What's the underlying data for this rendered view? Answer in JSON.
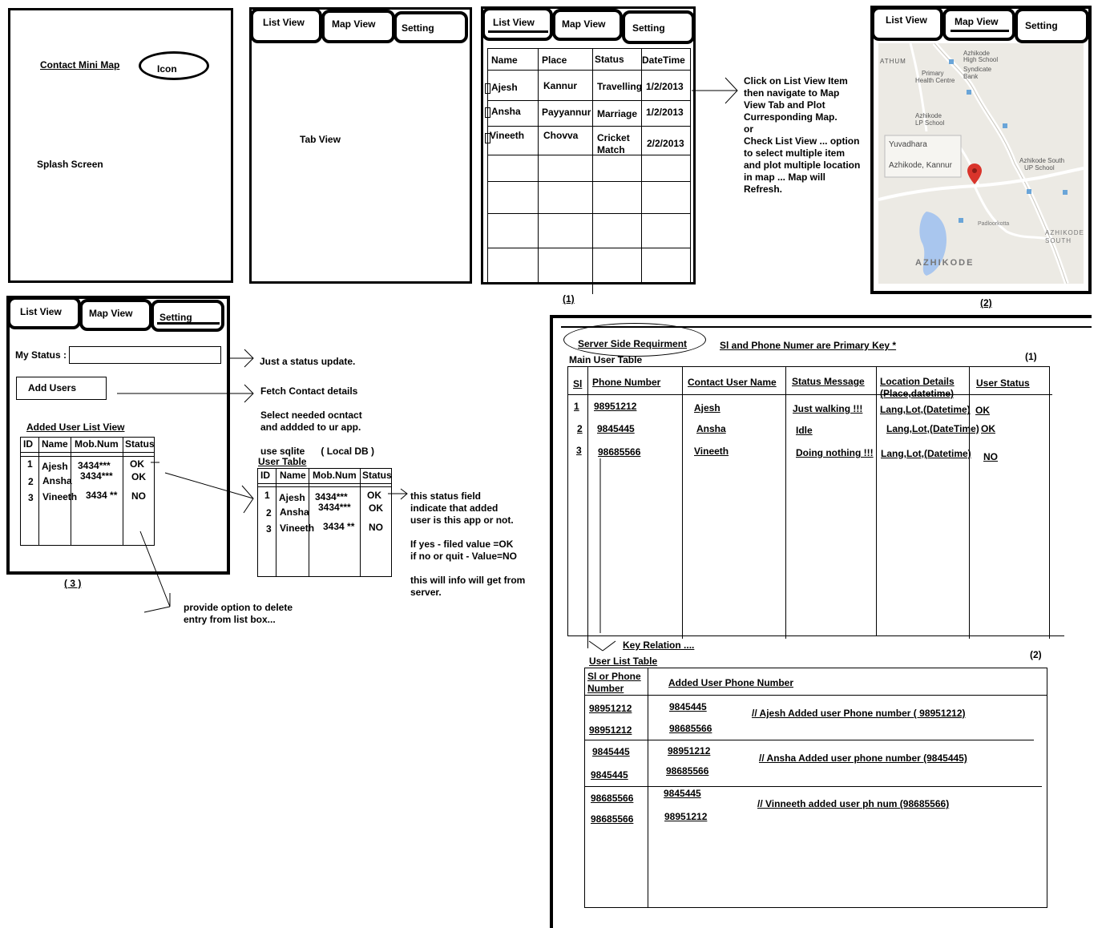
{
  "tabs": {
    "list": "List View",
    "map": "Map View",
    "setting": "Setting"
  },
  "splash": {
    "app_name": "Contact Mini Map",
    "icon": "Icon",
    "label": "Splash Screen"
  },
  "tabview": {
    "label": "Tab View"
  },
  "listview": {
    "headers": [
      "Name",
      "Place",
      "Status",
      "DateTime"
    ],
    "rows": [
      {
        "name": "Ajesh",
        "place": "Kannur",
        "status": "Travelling",
        "date": "1/2/2013"
      },
      {
        "name": "Ansha",
        "place": "Payyannur",
        "status": "Marriage",
        "date": "1/2/2013"
      },
      {
        "name": "Vineeth",
        "place": "Chovva",
        "status": "Cricket Match",
        "date": "2/2/2013"
      }
    ],
    "caption": "(1)",
    "note": [
      "Click on List View Item",
      "then navigate to Map",
      "View Tab and Plot",
      "Curresponding Map.",
      "or",
      "Check List View ... option",
      "to select multiple item",
      "and plot multiple location",
      "in map ... Map will",
      "Refresh."
    ]
  },
  "mapview": {
    "caption": "(2)",
    "labels": [
      "ATHUM",
      "Azhikode",
      "High School",
      "Syndicate",
      "Bank",
      "Primary",
      "Health Centre",
      "Azhikode",
      "LP School",
      "Yuvadhara",
      "Azhikode, Kannur",
      "Azhikode South",
      "UP School",
      "AZHIKODE",
      "SOUTH",
      "AZHIKODE",
      "Padloorkotta"
    ]
  },
  "settings": {
    "my_status_label": "My Status :",
    "add_users": "Add Users",
    "added_list_title": "Added User List View",
    "headers": [
      "ID",
      "Name",
      "Mob.Num",
      "Status"
    ],
    "rows": [
      {
        "id": "1",
        "name": "Ajesh",
        "mob": "3434***",
        "status": "OK"
      },
      {
        "id": "2",
        "name": "Ansha",
        "mob": "3434***",
        "status": "OK"
      },
      {
        "id": "3",
        "name": "Vineeth",
        "mob": "3434 **",
        "status": "NO"
      }
    ],
    "caption": "( 3 )",
    "notes": {
      "status": "Just a status update.",
      "fetch": "Fetch Contact details",
      "select": [
        "Select needed ocntact",
        "and  addded to ur app."
      ],
      "sqlite": "use sqlite      ( Local DB )",
      "user_table": "User Table",
      "status_field": [
        "this status field",
        "indicate that added",
        "user is this app or not.",
        "",
        "If yes - filed value =OK",
        "if no or quit - Value=NO",
        "",
        "this will info will get from",
        "server."
      ],
      "delete": [
        "provide option to delete",
        "entry from list box..."
      ]
    }
  },
  "server": {
    "title": "Server Side Requirment",
    "pk_note": "Sl and Phone Numer are Primary Key *",
    "main_table": "Main User Table",
    "main_num": "(1)",
    "main_headers": [
      "Sl",
      "Phone Number",
      "Contact User Name",
      "Status Message",
      "Location Details (Place,datetime)",
      "User Status"
    ],
    "main_rows": [
      {
        "sl": "1",
        "phone": "98951212",
        "name": "Ajesh",
        "msg": "Just walking !!!",
        "loc": "Lang,Lot,(Datetime)",
        "status": "OK"
      },
      {
        "sl": "2",
        "phone": "9845445",
        "name": "Ansha",
        "msg": "Idle",
        "loc": "Lang,Lot,(DateTime)",
        "status": "OK"
      },
      {
        "sl": "3",
        "phone": "98685566",
        "name": "Vineeth",
        "msg": "Doing nothing !!!",
        "loc": "Lang,Lot,(Datetime)",
        "status": "NO"
      }
    ],
    "key_relation": "Key Relation ....",
    "user_list_table": "User List Table",
    "user_num": "(2)",
    "user_headers": [
      "Sl or Phone Number",
      "Added User Phone Number"
    ],
    "user_rows": [
      {
        "a": "98951212",
        "b": "9845445"
      },
      {
        "a": "98951212",
        "b": "98685566"
      },
      {
        "a": "9845445",
        "b": "98951212"
      },
      {
        "a": "9845445",
        "b": "98685566"
      },
      {
        "a": "98685566",
        "b": "9845445"
      },
      {
        "a": "98685566",
        "b": "98951212"
      }
    ],
    "comments": [
      "// Ajesh Added user Phone number ( 98951212)",
      "// Ansha Added user phone number (9845445)",
      "// Vinneeth added user ph num (98685566)"
    ]
  }
}
